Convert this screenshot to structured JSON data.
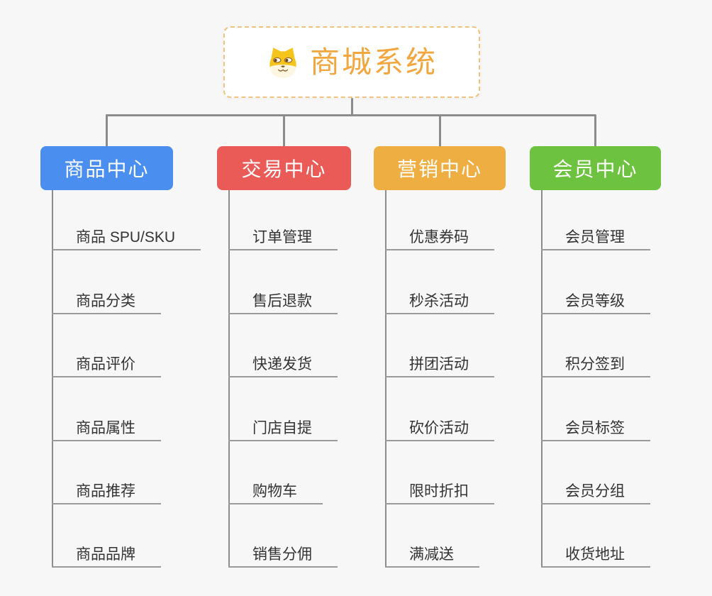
{
  "root": {
    "title": "商城系统",
    "icon": "shiba-dog-icon",
    "title_color": "#f2a63e",
    "border_color": "#f0c27b"
  },
  "branches": [
    {
      "label": "商品中心",
      "color": "#4a8ef0",
      "items": [
        "商品 SPU/SKU",
        "商品分类",
        "商品评价",
        "商品属性",
        "商品推荐",
        "商品品牌"
      ]
    },
    {
      "label": "交易中心",
      "color": "#ea5b58",
      "items": [
        "订单管理",
        "售后退款",
        "快递发货",
        "门店自提",
        "购物车",
        "销售分佣"
      ]
    },
    {
      "label": "营销中心",
      "color": "#eeae41",
      "items": [
        "优惠券码",
        "秒杀活动",
        "拼团活动",
        "砍价活动",
        "限时折扣",
        "满减送"
      ]
    },
    {
      "label": "会员中心",
      "color": "#6dc23f",
      "items": [
        "会员管理",
        "会员等级",
        "积分签到",
        "会员标签",
        "会员分组",
        "收货地址"
      ]
    }
  ],
  "style": {
    "background": "#f7f7f7",
    "connector_color": "#8c8c8c",
    "underline_color": "#9a9a9a",
    "item_text_color": "#333333"
  }
}
